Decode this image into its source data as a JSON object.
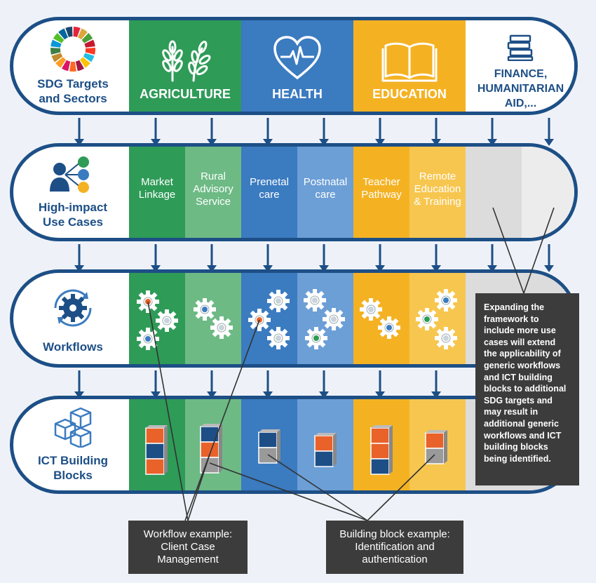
{
  "rows": {
    "sectors": {
      "label_line1": "SDG Targets",
      "label_line2": "and Sectors"
    },
    "usecases": {
      "label_line1": "High-impact",
      "label_line2": "Use Cases"
    },
    "workflows": {
      "label": "Workflows"
    },
    "blocks": {
      "label_line1": "ICT Building",
      "label_line2": "Blocks"
    }
  },
  "sectors": [
    {
      "name": "AGRICULTURE",
      "icon": "wheat-icon",
      "color": "#2e9b57"
    },
    {
      "name": "HEALTH",
      "icon": "heart-pulse-icon",
      "color": "#3b7bc0"
    },
    {
      "name": "EDUCATION",
      "icon": "book-icon",
      "color": "#f4b223"
    },
    {
      "name_line1": "FINANCE,",
      "name_line2": "HUMANITARIAN",
      "name_line3": "AID,...",
      "icon": "coins-stack-icon"
    }
  ],
  "use_cases": [
    {
      "line1": "Market",
      "line2": "Linkage",
      "color": "#2e9b57"
    },
    {
      "line1": "Rural",
      "line2": "Advisory",
      "line3": "Service",
      "color": "#6dba85"
    },
    {
      "line1": "Prenetal",
      "line2": "care",
      "color": "#3b7bc0"
    },
    {
      "line1": "Postnatal",
      "line2": "care",
      "color": "#6c9fd6"
    },
    {
      "line1": "Teacher",
      "line2": "Pathway",
      "color": "#f4b223"
    },
    {
      "line1": "Remote",
      "line2": "Education",
      "line3": "& Training",
      "color": "#f7c64f"
    }
  ],
  "colors": {
    "navy": "#1d4f86",
    "grey_col": "#dcdcdc",
    "box": "#3c3c3c",
    "orange": "#e8622a"
  },
  "info_box": "Expanding the framework to include more use cases will extend the applicability of generic workflows and ICT building blocks to additional SDG targets and may result in additional generic workflows and ICT building blocks being identified.",
  "workflow_example": {
    "line1": "Workflow example:",
    "line2": "Client Case",
    "line3": "Management"
  },
  "building_block_example": {
    "line1": "Building block example:",
    "line2": "Identification and",
    "line3": "authentication"
  }
}
